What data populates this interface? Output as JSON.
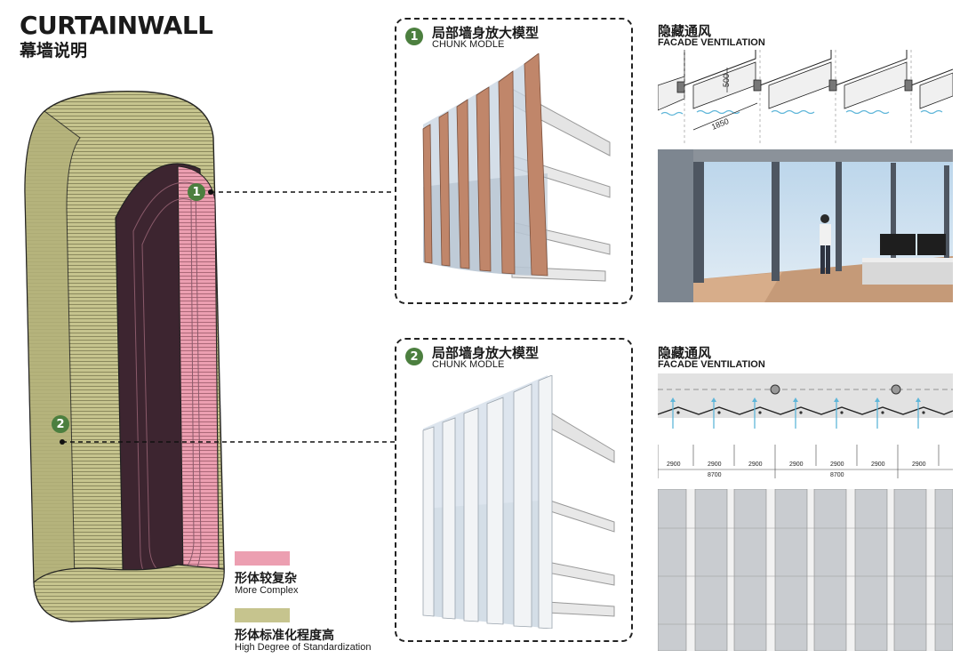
{
  "header": {
    "title_en": "CURTAINWALL",
    "title_cn": "幕墙说明"
  },
  "markers": [
    {
      "number": "1"
    },
    {
      "number": "2"
    }
  ],
  "chunks": [
    {
      "number": "1",
      "title_cn": "局部墙身放大模型",
      "title_en": "CHUNK MODLE"
    },
    {
      "number": "2",
      "title_cn": "局部墙身放大模型",
      "title_en": "CHUNK MODLE"
    }
  ],
  "ventilation": [
    {
      "title_cn": "隐藏通风",
      "title_en": "FACADE VENTILATION",
      "dims": {
        "height": "500",
        "width": "1850"
      }
    },
    {
      "title_cn": "隐藏通风",
      "title_en": "FACADE VENTILATION",
      "dims": {
        "modules": [
          "2900",
          "2900",
          "2900",
          "2900",
          "2900",
          "2900",
          "2900"
        ],
        "groups": [
          "8700",
          "8700"
        ]
      }
    }
  ],
  "legend": [
    {
      "label_cn": "形体较复杂",
      "label_en": "More Complex",
      "color": "#ec9fb1"
    },
    {
      "label_cn": "形体标准化程度高",
      "label_en": "High Degree of Standardization",
      "color": "#c6c48e"
    }
  ],
  "colors": {
    "tower": "#c6c48e",
    "tower_dark": "#9d9b63",
    "complex": "#ec9fb1",
    "accent_green": "#4c7f3f",
    "copper": "#c0866a",
    "glass": "#c9d6e2",
    "vent_arrow": "#5fb6d9"
  }
}
